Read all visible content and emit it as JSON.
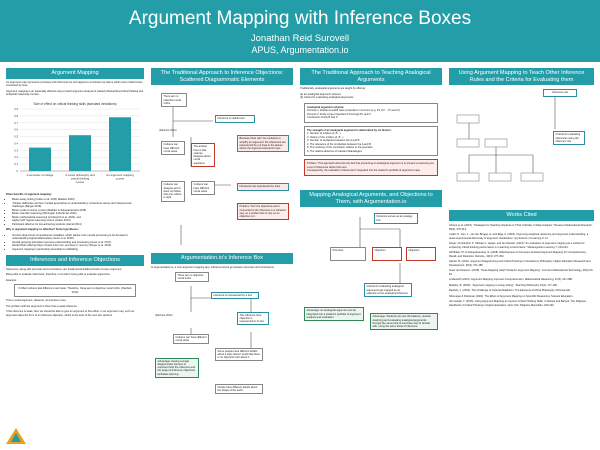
{
  "header": {
    "title": "Argument Mapping with Inference Boxes",
    "author": "Jonathan Reid Surovell",
    "affiliation": "APUS, Argumentation.io"
  },
  "col1": {
    "heading": "Argument Mapping",
    "intro1": "An argument map represents premises and inferences for and against a conclusion as claims within color-coded boxes connected by lines.",
    "intro2": "Argument mapping is an especially effective way to teach argument analysis & related philosophical critical thinking and analytical reasoning courses.",
    "effects_heading": "Other benefits of argument mapping:",
    "effects": [
      "Better essay writing (Cullen et al. 2018; Maddox 2020).",
      "\"Clearer deliberate and fast 'minded approaches to understanding\" contentious issues and interpersonal challenges (Bargar 2019).",
      "Better recall of course content (Maddox & Sukupatramana 2018)",
      "Better scientific reasoning (Siburugan & Rockman 2022)",
      "Better mathematical reasoning (Lindsworth et al. 2020), and",
      "Higher-GAT logical reasoning scores (Cullen 2013)",
      "Participant affective for low-achieving students (Harrell 2011)"
    ],
    "why_heading": "Why is argument mapping so effective? Some hypotheses:",
    "why": [
      "Involves dual-circuit computational modalities, which allows more mental processing to be devoted to understanding logical relationships (Jeuer et al. 2018).",
      "Gestalt grouping principles improves understanding and processing (Jeuer et al. 2017).",
      "Hierarchical ordering helps content enter into, and stay in, memory (Dwyer et al. 2013).",
      "Argument mapping is particularly amenable to scaffolding."
    ],
    "heading2": "Inferences and Inference Objections",
    "inf1": "Inferences, along with premises and conclusions, are fundamental building blocks of every argument.",
    "inf2": "Being able to evaluate inferences, therefore, is crucial to being able to evaluate arguments.",
    "example_label": "Example:",
    "example_box": "If Albert cultures feel different music taste. Therefore, these are no objective moral truths. (Rachels 2010)",
    "inf3": "This is a bad argument. However, its premise is true.",
    "inf4": "The problem with the argument is that it has a weak inference.",
    "inf5": "If the inference is weak, then we should be able to give an argument to this effect. In an argument map, such an argument takes the form of an inference objection, which is the topic of the next two sections."
  },
  "chart_data": {
    "type": "bar",
    "title": "Size of effect on critical thinking skills (standard deviations)",
    "categories": [
      "A semester of college",
      "A mixed philosophy and critical thinking course",
      "An argument mapping course"
    ],
    "values": [
      0.34,
      0.52,
      0.78
    ],
    "ylim": [
      0,
      0.9
    ],
    "ticks": [
      "0",
      "0.1",
      "0.2",
      "0.3",
      "0.4",
      "0.5",
      "0.6",
      "0.7",
      "0.8",
      "0.9"
    ],
    "color": "#239ea8"
  },
  "col2": {
    "heading": "The Traditional Approach to Inference Objections: Scattered Diagrammatic Elements",
    "boxes": [
      "There are no objective moral truths.",
      "Inference is visible here",
      "Cultures can have different moral views",
      "The answer here is that cultures disagree about moral questions.",
      "Because there can't be confusion to simplify an argument: the inferences are represented by our lines in the places where the argument elements meet",
      "Cultures can disagree and it does not follow that one culture is right.",
      "Cultures can have different moral views",
      "Inferences are represented by lines"
    ],
    "caption": "(Rachels 2010)",
    "problem": "Problem: Don't be objections aren't connected to the inference in a coherent way, so a student has to rely on an objection to it.",
    "heading2": "Argumentation.io's Inference Box",
    "inference_caption": "In Argumentation.io, a core argument mapping app, inference boxes go between premises and conclusions.",
    "boxes2": [
      "There are no objective moral truths",
      "Inference is represented by a box",
      "The inference here objection is represented in its box",
      "Cultures can have different moral views",
      "Some people have different beliefs about a topic doesn't entail that there is no objective truth about it.",
      "People have different beliefs about the shape of the earth."
    ],
    "caption2": "(Rachels 2010)",
    "advantage": "Advantage: Having a single diagrammatic element to represent both the inference and the target of inference objections facilitates learning."
  },
  "col3": {
    "heading": "The Traditional Approach to Teaching Analogical Arguments",
    "intro1": "Traditionally, analogical arguments are taught by offering:",
    "intro2": "(a) an analogical argument schema",
    "intro3": "(b) criteria for evaluating analogical arguments",
    "schema_heading": "Analogical argument schema:",
    "schema": [
      "Premise 1: Entities A and B have properties in common (e.g. P1, P2 ... Pn and X)",
      "Premise 2: Entity A has properties P1 through Pn and X",
      "Conclusion: Entity B has X"
    ],
    "criteria_heading": "The strength of an analogical argument is determined by six factors:",
    "criteria": [
      "1. Number of entities (A, B...)",
      "2. Variety of the entities (A, B...)",
      "3. Number of similarities between the A and B",
      "4. The relevance of the similarities between the A and B",
      "5. The modesty of the conclusion relative to the premises",
      "6. The relative absence of relevant disanalogies"
    ],
    "problem": "Problem: This approach obscures the fact that presenting an analogical argument is to present a reasoning via a set of inferences rather than one.",
    "problem2": "Consequently, the evaluation criteria aren't integrated into the student's portfolio of argument maps.",
    "heading2": "Mapping Analogical Arguments, and Objections to Them, with Argumentation.io",
    "boxes": [
      "Inference serves as an analogy box",
      "Premises",
      "Objection",
      "Objection",
      "Criteria for evaluating analogical arguments get mapped as an objection to the analogical inference."
    ],
    "advantage1": "Advantage: An analogical argument can be integrated into a student's portfolio of argument analysis and evaluation.",
    "advantage2": "Advantage: Students can see the balance, practice analyzing and evaluating analogical arguments through the same kind of exercises they're familiar with, using the same kinds of inference."
  },
  "col4": {
    "heading": "Using Argument Mapping to Teach Other Inference Rules and the Criteria for Evaluating them",
    "boxes": [
      "Inference rule",
      "Criteria for evaluating inferences using the inference rule"
    ],
    "heading2": "Works Cited",
    "refs": [
      "Abrami et al. (2015). \"Strategies for Teaching Students to Think Critically: A Meta-Analysis.\" Review of Educational Research, 85(2): 275-314.",
      "Cullen S., Fan, J., van der Brugge, E. and Elga, A. (2018). Improving analytical reasoning and argument understanding: a quasi-experimental field study of argument visualization. npj Science of Learning 3: 21.",
      "Dwyer, Christopher P., Michael J. Hogan, and Ian Stewart. (2013) \"An evaluation of argument mapping as a method of enhancing critical thinking performance in e-learning environments.\" Metacognition Learning 7: 219-244.",
      "Gill Baker, M. & Sukupatramana, S. (2018). Effectiveness of Computer-Assisted Argument Mapping for Comprehension, Recall, and Retention. ReCALL, 30(3): 277-302.",
      "Harrell, M. (2011). Argument Diagramming and Critical Thinking in Introductory Philosophy. Higher Education Research and Development, 30(3): 371-385.",
      "Jeuer and Hanson. (2018). \"Does Mapping Help? Students' Argument Mapping\". Journal of Educational Technology, 26(2) 64-81.",
      "Lindsworth (2021). Argument Mapping Improves Comprehension. Mathematical Reasoning, 41(3): 227-288.",
      "Maddox, B. (2020). \"Argument mapping in essay writing\". Teaching Philosophy 43(1): 177-196.",
      "Rachels, J. (2010). The Challenge of Cultural Relativism. The Elements of Moral Philosophy. McGraw-Hill.",
      "Siburugan & Rockman (2022). The Effect of Argument Mapping on Scientific Reasoning. Science Education.",
      "Van Gelder, T. (2015). Using Argument Mapping to Improve Critical Thinking Skills. In Davies and Barnett, The Palgrave Handbook of Critical Thinking in Higher Education. New York: Palgrave Macmillan, 183-192."
    ]
  }
}
